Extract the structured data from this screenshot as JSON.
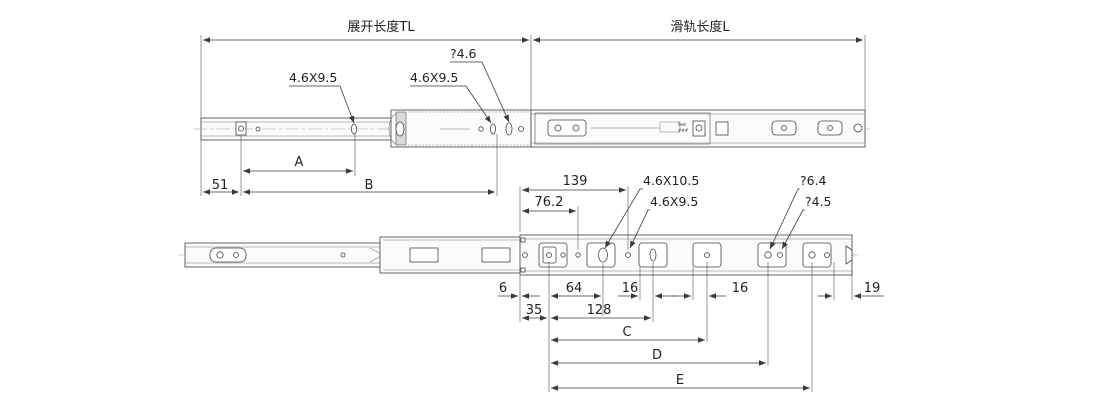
{
  "top_view": {
    "extended_length": "展开长度TL",
    "rail_length": "滑轨长度L",
    "slot_front": "4.6X9.5",
    "slot_mid": "4.6X9.5",
    "hole_dia": "?4.6",
    "dim_a": "A",
    "dim_b": "B",
    "dim_51": "51"
  },
  "bottom_view": {
    "dim_139": "139",
    "dim_76_2": "76.2",
    "slot_large": "4.6X10.5",
    "slot_small": "4.6X9.5",
    "hole_64": "?6.4",
    "hole_45": "?4.5",
    "dim_6": "6",
    "dim_35": "35",
    "dim_64": "64",
    "dim_16a": "16",
    "dim_128": "128",
    "dim_16b": "16",
    "dim_19": "19",
    "dim_c": "C",
    "dim_d": "D",
    "dim_e": "E"
  }
}
